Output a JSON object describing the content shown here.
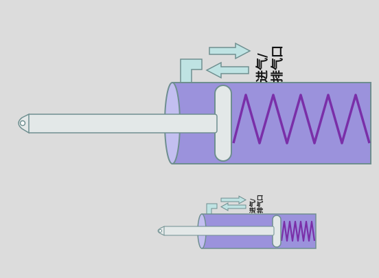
{
  "diagrams": [
    {
      "label_line1": "进气/",
      "label_line2": "排气口"
    },
    {
      "label_line1": "进气/",
      "label_line2": "排气口"
    }
  ],
  "colors": {
    "background": "#dcdcdc",
    "cylinder_fill": "#9b92dc",
    "cylinder_end": "#c3bff0",
    "rod_fill": "#e3e8e8",
    "outline": "#6e8e8f",
    "port_fill": "#bfe3e3",
    "spring": "#7a2fa8"
  }
}
